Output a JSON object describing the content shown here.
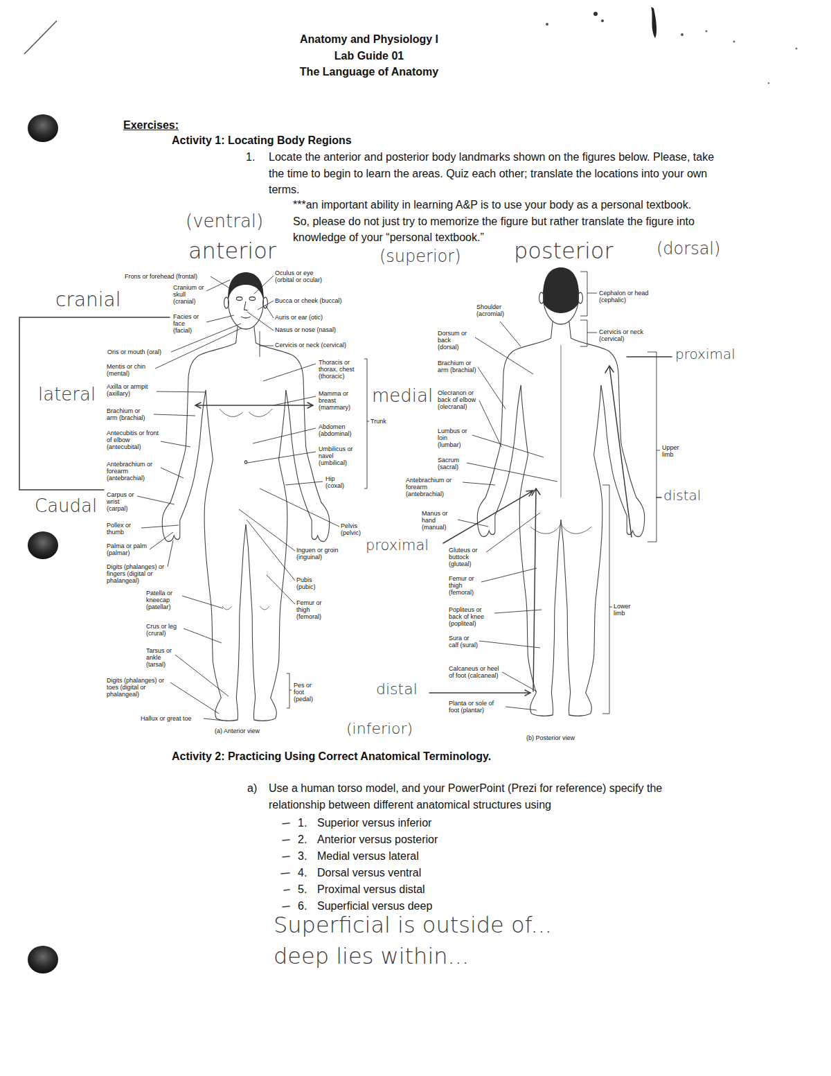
{
  "diagram": {
    "title": "Anatomy and Physiology I",
    "labels": [
      "Lab Guide 01",
      "The Language of Anatomy",
      "Exercises:",
      "Activity 1: Locating Body Regions",
      "1.",
      "Locate the anterior and posterior body landmarks shown on the figures below. Please, take the time to begin to learn the areas. Quiz each other; translate the locations into your own terms.",
      "***an important ability in learning A&P is to use your body as a personal textbook. So, please do not just try to memorize the figure but rather translate the figure into knowledge of your “personal textbook.”",
      "(ventral)",
      "anterior",
      "(superior)",
      "posterior",
      "(dorsal)",
      "cranial",
      "Frons or forehead (frontal)",
      "Cranium or skull (cranial)",
      "Oculus or eye (orbital or ocular)",
      "Bucca or cheek (buccal)",
      "Facies or face (facial)",
      "Auris or ear (otic)",
      "Nasus or nose (nasal)",
      "Cervicis or neck (cervical)",
      "Oris or mouth (oral)",
      "Mentis or chin (mental)",
      "Thoracis or thorax, chest (thoracic)",
      "Axilla or armpit (axillary)",
      "lateral",
      "Mamma or breast (mammary)",
      "medial",
      "Brachium or arm (brachial)",
      "Trunk",
      "Abdomen (abdominal)",
      "Antecubitis or front of elbow (antecubital)",
      "Umbilicus or navel (umbilical)",
      "Antebrachium or forearm (antebrachial)",
      "Hip (coxal)",
      "Carpus or wrist (carpal)",
      "Caudal",
      "Pollex or thumb",
      "Pelvis (pelvic)",
      "Inguen or groin (inguinal)",
      "Palma or palm (palmar)",
      "Digits (phalanges) or fingers (digital or phalangeal)",
      "Pubis (pubic)",
      "Patella or kneecap (patellar)",
      "Femur or thigh (femoral)",
      "Crus or leg (crural)",
      "Tarsus or ankle (tarsal)",
      "Digits (phalanges) or toes (digital or phalangeal)",
      "Pes or foot (pedal)",
      "Hallux or great toe",
      "(a) Anterior view",
      "Cephalon or head (cephalic)",
      "Shoulder (acromial)",
      "Dorsum or back (dorsal)",
      "Cervicis or neck (cervical)",
      "proximal",
      "Brachium or arm (brachial)",
      "Olecranon or back of elbow (olecranal)",
      "Lumbus or loin (lumbar)",
      "Upper limb",
      "Sacrum (sacral)",
      "Antebrachium or forearm (antebrachial)",
      "distal",
      "Manus or hand (manual)",
      "proximal",
      "Gluteus or buttock (gluteal)",
      "Femur or thigh (femoral)",
      "Popliteus or back of knee (popliteal)",
      "Lower limb",
      "Sura or calf (sural)",
      "Calcaneus or heel of foot (calcaneal)",
      "distal",
      "Planta or sole of foot (plantar)",
      "(inferior)",
      "(b) Posterior view",
      "Activity 2: Practicing Using Correct Anatomical Terminology.",
      "a)",
      "Use a human torso model, and your PowerPoint (Prezi for reference) specify the relationship between different anatomical structures using",
      "1.",
      "Superior versus inferior",
      "2.",
      "Anterior versus posterior",
      "3.",
      "Medial versus lateral",
      "4.",
      "Dorsal versus ventral",
      "5.",
      "Proximal versus distal",
      "6.",
      "Superficial versus deep",
      "Superficial is outside of...",
      "deep lies within..."
    ]
  }
}
